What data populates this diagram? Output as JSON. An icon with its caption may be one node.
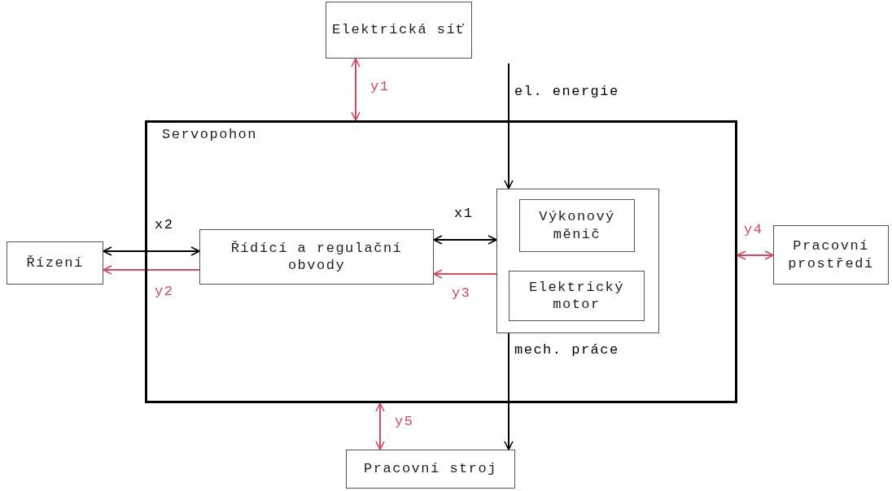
{
  "diagram": {
    "nodes": [
      {
        "text": [
          "Elektrická síť"
        ]
      },
      {
        "text": [
          "Servopohon"
        ]
      },
      {
        "text": [
          "Řídící a regulační obvody"
        ],
        "in": 1
      },
      {
        "text": [],
        "shape": "box",
        "in": 1
      },
      {
        "text": [
          "Výkonový měnič"
        ],
        "in": 3
      },
      {
        "text": [
          "Elektrický motor"
        ],
        "in": 3
      },
      {
        "text": [
          "Řízení"
        ]
      },
      {
        "text": [
          "Pracovní prostředí"
        ]
      },
      {
        "text": [
          "Pracovní stroj"
        ]
      }
    ],
    "edges": [
      {
        "from": 0,
        "to": 1,
        "arrow": "both",
        "label": "y1",
        "color": "#d9485f"
      },
      {
        "from": null,
        "to": 3,
        "arrow": "to",
        "label": "el. energie",
        "color": "#000000"
      },
      {
        "from": 6,
        "to": 2,
        "arrow": "both",
        "label": "x2",
        "color": "#000000"
      },
      {
        "from": 2,
        "to": 6,
        "arrow": "to",
        "label": "y2",
        "color": "#d9485f"
      },
      {
        "from": 2,
        "to": 3,
        "arrow": "both",
        "label": "x1",
        "color": "#000000"
      },
      {
        "from": 3,
        "to": 2,
        "arrow": "to",
        "label": "y3",
        "color": "#d9485f"
      },
      {
        "from": 1,
        "to": 7,
        "arrow": "both",
        "label": "y4",
        "color": "#d9485f"
      },
      {
        "from": 3,
        "to": 8,
        "arrow": "to",
        "label": "mech. práce",
        "color": "#000000"
      },
      {
        "from": 1,
        "to": 8,
        "arrow": "both",
        "label": "y5",
        "color": "#d9485f"
      }
    ]
  }
}
